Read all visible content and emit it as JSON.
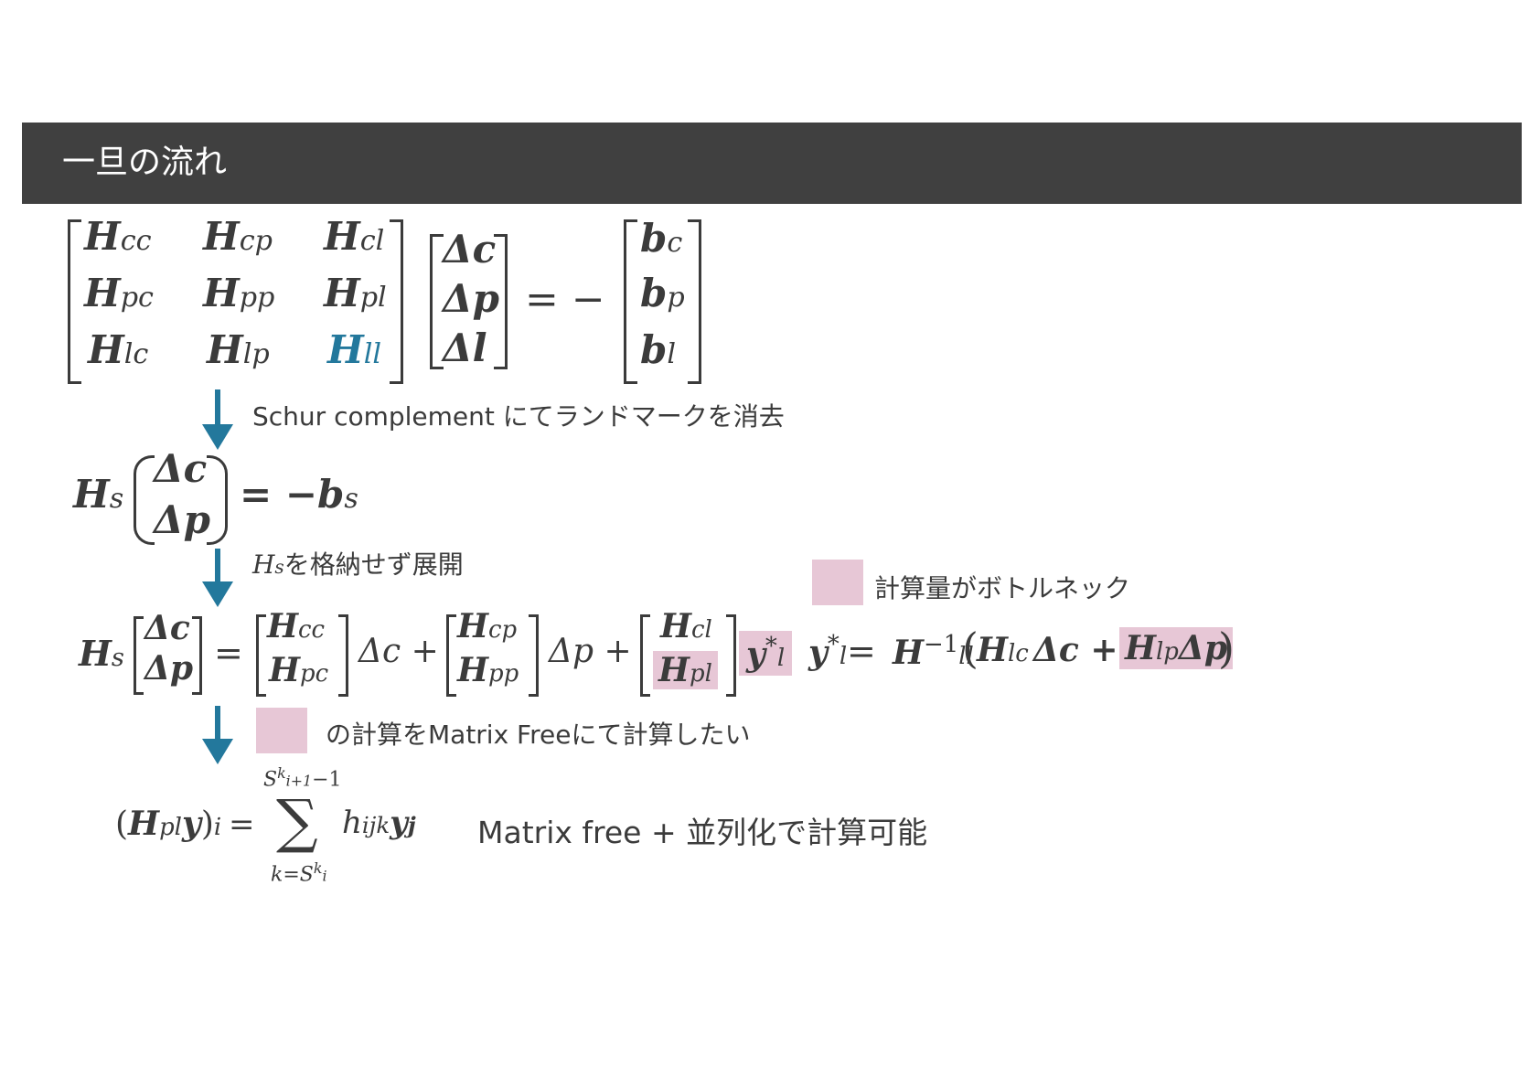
{
  "slide": {
    "title": "一旦の流れ"
  },
  "colors": {
    "header_bg": "#404040",
    "arrow": "#23789c",
    "highlight": "#e7c7d6",
    "H_ll_accent": "#23789c"
  },
  "system_matrix": {
    "cells": [
      [
        "H",
        "cc"
      ],
      [
        "H",
        "cp"
      ],
      [
        "H",
        "cl"
      ],
      [
        "H",
        "pc"
      ],
      [
        "H",
        "pp"
      ],
      [
        "H",
        "pl"
      ],
      [
        "H",
        "lc"
      ],
      [
        "H",
        "lp"
      ],
      [
        "H",
        "ll"
      ]
    ],
    "unknowns": [
      "Δc",
      "Δp",
      "Δl"
    ],
    "equals": "= −",
    "rhs": [
      [
        "b",
        "c"
      ],
      [
        "b",
        "p"
      ],
      [
        "b",
        "l"
      ]
    ]
  },
  "step1": {
    "note": "Schur complement にてランドマークを消去"
  },
  "reduced": {
    "lhs": "H",
    "lhs_sub": "s",
    "vec": [
      "Δc",
      "Δp"
    ],
    "rhs": "= −b",
    "rhs_sub": "s"
  },
  "step2": {
    "note_sym": "H",
    "note_sub": "s",
    "note": "を格納せず展開"
  },
  "bottleneck": {
    "label": "計算量がボトルネック"
  },
  "expanded": {
    "lhs": "H",
    "lhs_sub": "s",
    "vec": [
      "Δc",
      "Δp"
    ],
    "eq": "=",
    "col1": [
      [
        "H",
        "cc"
      ],
      [
        "H",
        "pc"
      ]
    ],
    "term1": "Δc +",
    "col2": [
      [
        "H",
        "cp"
      ],
      [
        "H",
        "pp"
      ]
    ],
    "term2": "Δp +",
    "col3": [
      [
        "H",
        "cl"
      ],
      [
        "H",
        "pl"
      ]
    ],
    "ystar": "y",
    "ystar_sup": "*",
    "ystar_sub": "l",
    "def_lhs": "y",
    "def_eq": "=",
    "def_H": "H",
    "def_H_sub": "ll",
    "def_H_sup": "−1",
    "def_open": "(",
    "def_Hlc": "H",
    "def_Hlc_sub": "lc",
    "def_dc": "Δc +",
    "def_Hlp": "H",
    "def_Hlp_sub": "lp",
    "def_dp": "Δp",
    "def_close": ")"
  },
  "step3": {
    "note": "の計算をMatrix Freeにて計算したい"
  },
  "sum_formula": {
    "lhs_open": "(",
    "lhs_H": "H",
    "lhs_H_sub": "pl",
    "lhs_y": "y",
    "lhs_close": ")",
    "lhs_sub": "i",
    "eq": "=",
    "sigma": "∑",
    "upper": "S",
    "upper_sup": "k",
    "upper_sub": "i+1",
    "upper_minus": "−1",
    "lower": "k=S",
    "lower_sup": "k",
    "lower_sub": "i",
    "term_h": "h",
    "term_h_sub": "ijk",
    "term_y": "y",
    "term_y_sub": "j"
  },
  "conclusion": {
    "text": "Matrix free + 並列化で計算可能"
  }
}
